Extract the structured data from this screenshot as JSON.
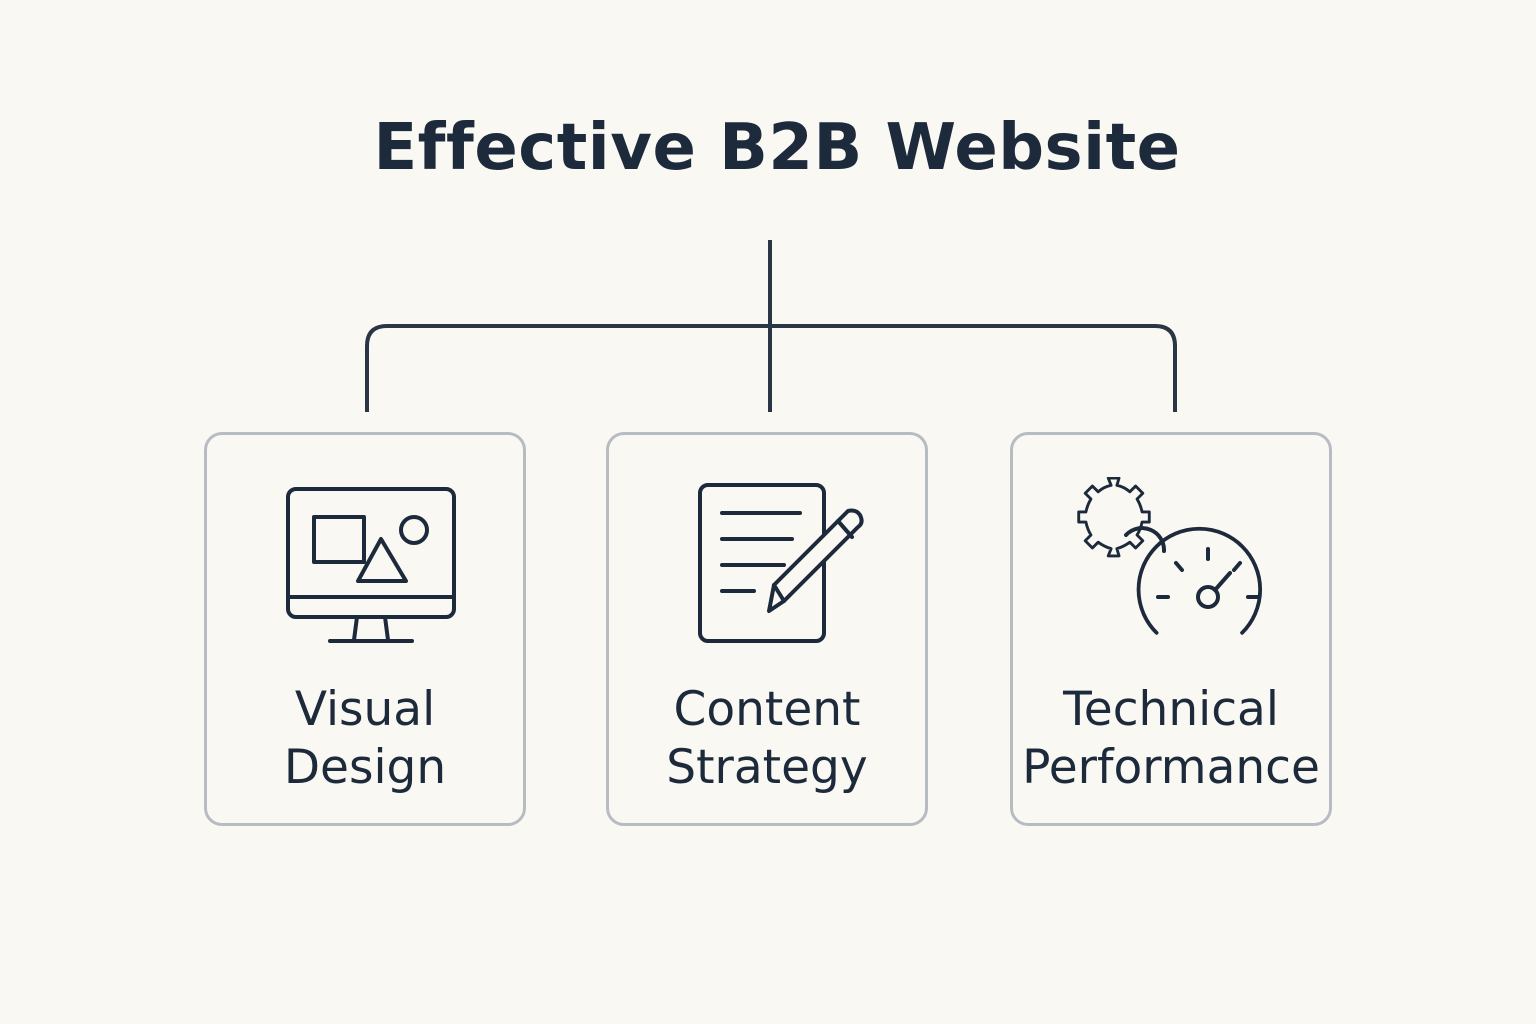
{
  "title": "Effective B2B Website",
  "colors": {
    "background": "#faf8f3",
    "ink": "#1c2a3c",
    "card_border": "#b7bcc2"
  },
  "cards": [
    {
      "icon": "monitor-shapes-icon",
      "label_line1": "Visual",
      "label_line2": "Design"
    },
    {
      "icon": "document-pencil-icon",
      "label_line1": "Content",
      "label_line2": "Strategy"
    },
    {
      "icon": "gear-speedometer-icon",
      "label_line1": "Technical",
      "label_line2": "Performance"
    }
  ]
}
